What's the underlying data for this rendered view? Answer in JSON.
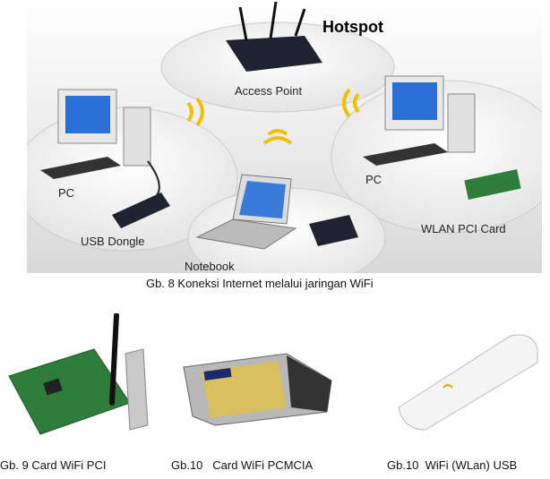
{
  "diagram": {
    "title": "Hotspot",
    "labels": {
      "access_point": "Access Point",
      "pc_left": "PC",
      "usb_dongle": "USB Dongle",
      "pc_right": "PC",
      "wlan_pci_card": "WLAN PCI Card",
      "notebook": "Notebook"
    },
    "caption": "Gb. 8 Koneksi Internet melalui jaringan WiFi"
  },
  "products": [
    {
      "caption": "Gb. 9 Card WiFi PCI"
    },
    {
      "caption": "Gb.10   Card WiFi PCMCIA"
    },
    {
      "caption": "Gb.10  WiFi (WLan) USB"
    }
  ]
}
